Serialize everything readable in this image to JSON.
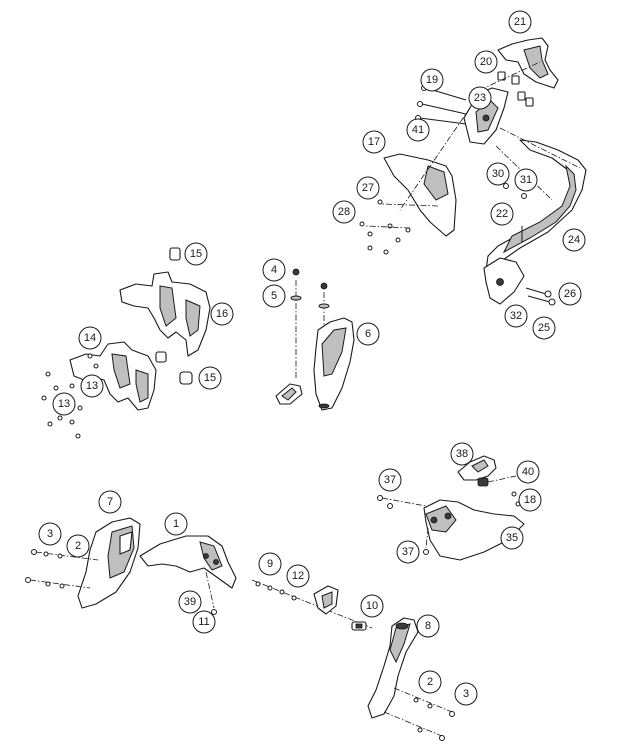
{
  "callouts": [
    {
      "id": "c21",
      "label": "21"
    },
    {
      "id": "c20",
      "label": "20"
    },
    {
      "id": "c19",
      "label": "19"
    },
    {
      "id": "c23",
      "label": "23"
    },
    {
      "id": "c41",
      "label": "41"
    },
    {
      "id": "c17",
      "label": "17"
    },
    {
      "id": "c30",
      "label": "30"
    },
    {
      "id": "c31",
      "label": "31"
    },
    {
      "id": "c27",
      "label": "27"
    },
    {
      "id": "c28",
      "label": "28"
    },
    {
      "id": "c22",
      "label": "22"
    },
    {
      "id": "c24",
      "label": "24"
    },
    {
      "id": "c15a",
      "label": "15"
    },
    {
      "id": "c4",
      "label": "4"
    },
    {
      "id": "c5",
      "label": "5"
    },
    {
      "id": "c26",
      "label": "26"
    },
    {
      "id": "c32",
      "label": "32"
    },
    {
      "id": "c25",
      "label": "25"
    },
    {
      "id": "c16",
      "label": "16"
    },
    {
      "id": "c6",
      "label": "6"
    },
    {
      "id": "c14",
      "label": "14"
    },
    {
      "id": "c13a",
      "label": "13"
    },
    {
      "id": "c15b",
      "label": "15"
    },
    {
      "id": "c13b",
      "label": "13"
    },
    {
      "id": "c38",
      "label": "38"
    },
    {
      "id": "c40",
      "label": "40"
    },
    {
      "id": "c37a",
      "label": "37"
    },
    {
      "id": "c18",
      "label": "18"
    },
    {
      "id": "c7",
      "label": "7"
    },
    {
      "id": "c1",
      "label": "1"
    },
    {
      "id": "c35",
      "label": "35"
    },
    {
      "id": "c3a",
      "label": "3"
    },
    {
      "id": "c2a",
      "label": "2"
    },
    {
      "id": "c37b",
      "label": "37"
    },
    {
      "id": "c9",
      "label": "9"
    },
    {
      "id": "c12",
      "label": "12"
    },
    {
      "id": "c39",
      "label": "39"
    },
    {
      "id": "c11",
      "label": "11"
    },
    {
      "id": "c10",
      "label": "10"
    },
    {
      "id": "c8",
      "label": "8"
    },
    {
      "id": "c2b",
      "label": "2"
    },
    {
      "id": "c3b",
      "label": "3"
    }
  ]
}
